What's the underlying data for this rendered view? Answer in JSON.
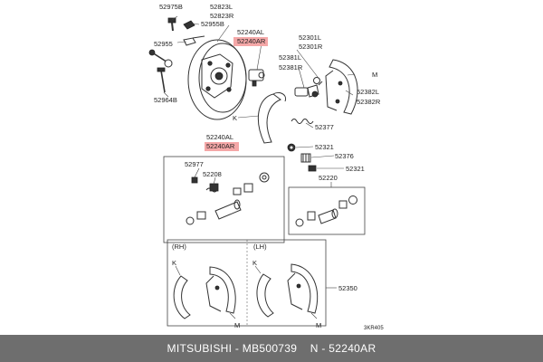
{
  "labels": {
    "l52975B": "52975B",
    "l52823L": "52823L",
    "l52823R": "52823R",
    "l52955A": "52955B",
    "l52955B": "52955",
    "l52240AL_top": "52240AL",
    "l52240AR_top": "52240AR",
    "l52301L": "52301L",
    "l52301R": "52301R",
    "lM_top": "M",
    "l52381L": "52381L",
    "l52381R": "52381R",
    "l52964B": "52964B",
    "l52382L": "52382L",
    "l52382R": "52382R",
    "lK_top": "K",
    "l52377": "52377",
    "l52240AL_mid": "52240AL",
    "l52240AR_mid": "52240AR",
    "l52321a": "52321",
    "l52376": "52376",
    "l52321b": "52321",
    "l52977": "52977",
    "l52208": "52208",
    "l52220": "52220",
    "lRH": "(RH)",
    "lLH": "(LH)",
    "lK_rh": "K",
    "lK_lh": "K",
    "l52350": "52350",
    "lM_rh": "M",
    "lM_lh": "M",
    "code": "3KR405"
  },
  "highlight_color": "#f4a7a7",
  "footer": {
    "text": "MITSUBISHI - MB500739    N - 52240AR",
    "background": "#6e6e6e"
  }
}
